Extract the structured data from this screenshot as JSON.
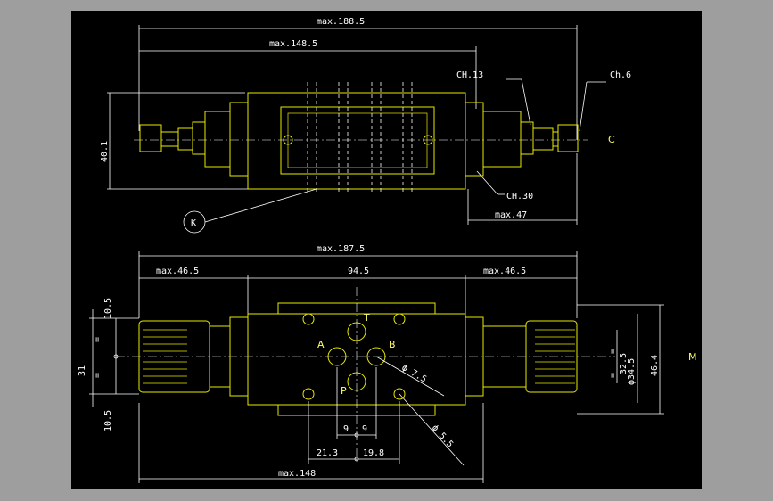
{
  "colors": {
    "background": "#000000",
    "frame": "#9e9e9e",
    "outline": "#e8e800",
    "dimension": "#ffffff",
    "label_yellow": "#ffff66"
  },
  "top_view": {
    "dim_overall": "max.188.5",
    "dim_body": "max.148.5",
    "dim_height": "40.1",
    "dim_width_wrench_13": "CH.13",
    "dim_chamfer": "Ch.6",
    "dim_width_wrench_30": "CH.30",
    "dim_right_max": "max.47",
    "callout_k": "K",
    "label_c": "C"
  },
  "bottom_view": {
    "dim_overall": "max.187.5",
    "dim_left": "max.46.5",
    "dim_center": "94.5",
    "dim_right": "max.46.5",
    "dim_top_offset": "10.5",
    "dim_bottom_offset": "10.5",
    "dim_total_height": "31",
    "dim_eq_1": "=",
    "dim_eq_2": "=",
    "dim_eq_3": "=",
    "dim_eq_4": "=",
    "dim_32_5": "32.5",
    "dim_34_5": "ϕ34.5",
    "dim_46_4": "46.4",
    "port_t": "T",
    "port_a": "A",
    "port_b": "B",
    "port_p": "P",
    "dim_phi_7_5": "ϕ 7.5",
    "dim_phi_5_5": "ϕ 5.5",
    "dim_9_left": "9",
    "dim_9_right": "9",
    "dim_21_3": "21.3",
    "dim_19_8": "19.8",
    "dim_max_148": "max.148",
    "label_m": "M"
  }
}
